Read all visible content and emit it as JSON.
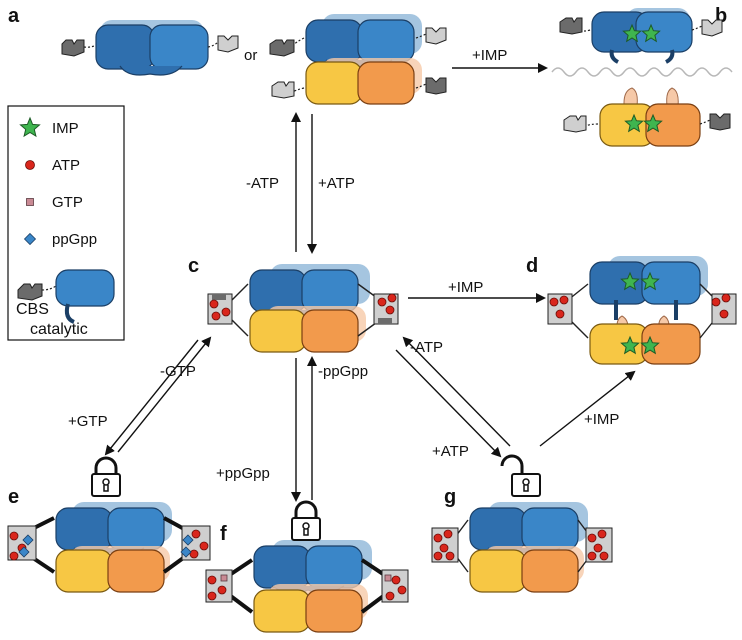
{
  "panel_labels": {
    "a": "a",
    "b": "b",
    "c": "c",
    "d": "d",
    "e": "e",
    "f": "f",
    "g": "g"
  },
  "or_text": "or",
  "arrow_labels": {
    "a_to_b": "+IMP",
    "c_to_a": "-ATP",
    "a_to_c": "+ATP",
    "c_to_d": "+IMP",
    "c_to_e": "+GTP",
    "e_to_c": "-GTP",
    "c_to_f": "+ppGpp",
    "f_to_c": "-ppGpp",
    "g_to_c": "-ATP",
    "c_to_g": "+ATP",
    "g_to_d": "+IMP"
  },
  "legend": {
    "imp": "IMP",
    "atp": "ATP",
    "gtp": "GTP",
    "ppgpp": "ppGpp",
    "cbs": "CBS",
    "catalytic": "catalytic"
  },
  "colors": {
    "blue_dark": "#2f6fae",
    "blue_mid": "#3a86c8",
    "blue_light": "#8fb7d8",
    "yellow": "#f7c744",
    "orange": "#f29a4c",
    "peach": "#f6c9a8",
    "star_green": "#3fb54f",
    "atp_red": "#d9261c",
    "gtp_pink": "#c98a94",
    "ppgpp_blue": "#3a86c8",
    "cbs_gray": "#6b6b6b",
    "cbs_light": "#cfcfcf",
    "catalytic_text": "#3a86c8",
    "cbs_text": "#8a8a8a"
  }
}
